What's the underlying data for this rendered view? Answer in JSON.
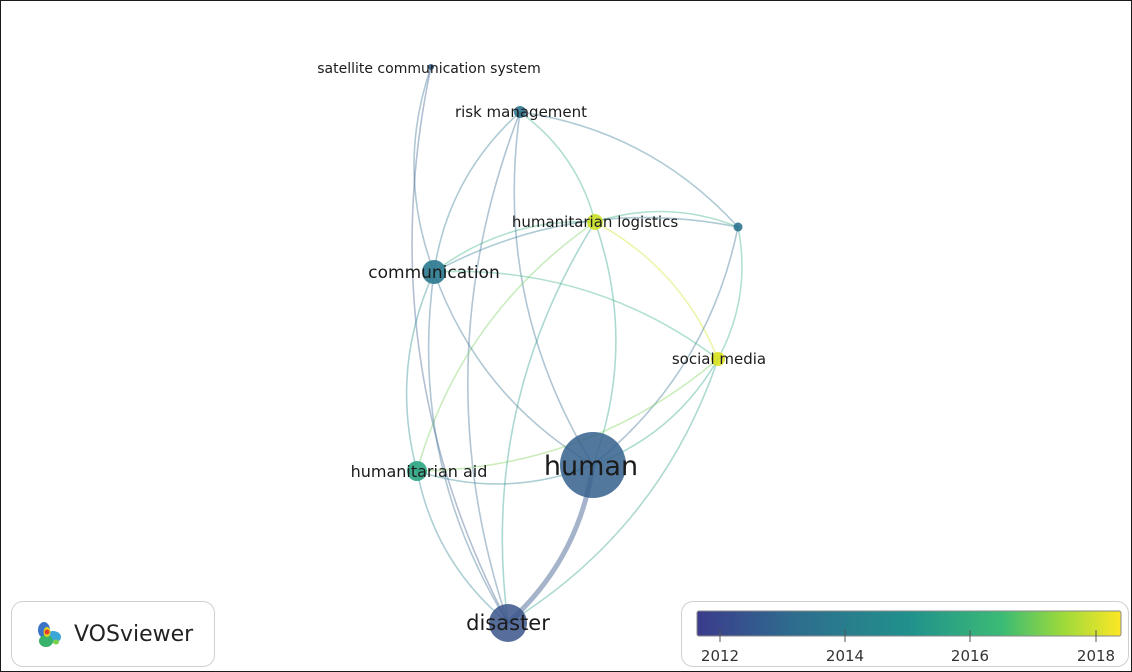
{
  "nodes": [
    {
      "id": "satellite",
      "label": "satellite communication system",
      "year": 2012.8
    },
    {
      "id": "risk",
      "label": "risk management",
      "year": 2013.6
    },
    {
      "id": "hlog",
      "label": "humanitarian logistics",
      "year": 2017.8
    },
    {
      "id": "unlabeled",
      "label": "",
      "year": 2013.6
    },
    {
      "id": "comm",
      "label": "communication",
      "year": 2013.8
    },
    {
      "id": "social",
      "label": "social media",
      "year": 2018.0
    },
    {
      "id": "haid",
      "label": "humanitarian aid",
      "year": 2015.5
    },
    {
      "id": "human",
      "label": "human",
      "year": 2012.9
    },
    {
      "id": "disaster",
      "label": "disaster",
      "year": 2012.6
    }
  ],
  "links": [
    [
      "satellite",
      "comm"
    ],
    [
      "satellite",
      "disaster"
    ],
    [
      "risk",
      "human"
    ],
    [
      "risk",
      "disaster"
    ],
    [
      "risk",
      "unlabeled"
    ],
    [
      "risk",
      "comm"
    ],
    [
      "risk",
      "hlog"
    ],
    [
      "hlog",
      "unlabeled"
    ],
    [
      "hlog",
      "comm"
    ],
    [
      "hlog",
      "social"
    ],
    [
      "hlog",
      "haid"
    ],
    [
      "hlog",
      "human"
    ],
    [
      "hlog",
      "disaster"
    ],
    [
      "unlabeled",
      "social"
    ],
    [
      "unlabeled",
      "human"
    ],
    [
      "unlabeled",
      "comm"
    ],
    [
      "comm",
      "human"
    ],
    [
      "comm",
      "haid"
    ],
    [
      "comm",
      "disaster"
    ],
    [
      "comm",
      "social"
    ],
    [
      "social",
      "haid"
    ],
    [
      "social",
      "human"
    ],
    [
      "social",
      "disaster"
    ],
    [
      "haid",
      "human"
    ],
    [
      "haid",
      "disaster"
    ],
    [
      "human",
      "disaster"
    ]
  ],
  "legend": {
    "ticks": [
      "2012",
      "2014",
      "2016",
      "2018"
    ],
    "colormap": [
      "#443983",
      "#31688e",
      "#21918c",
      "#35b779",
      "#90d743",
      "#fde725"
    ]
  },
  "brand": {
    "name": "VOSviewer"
  }
}
